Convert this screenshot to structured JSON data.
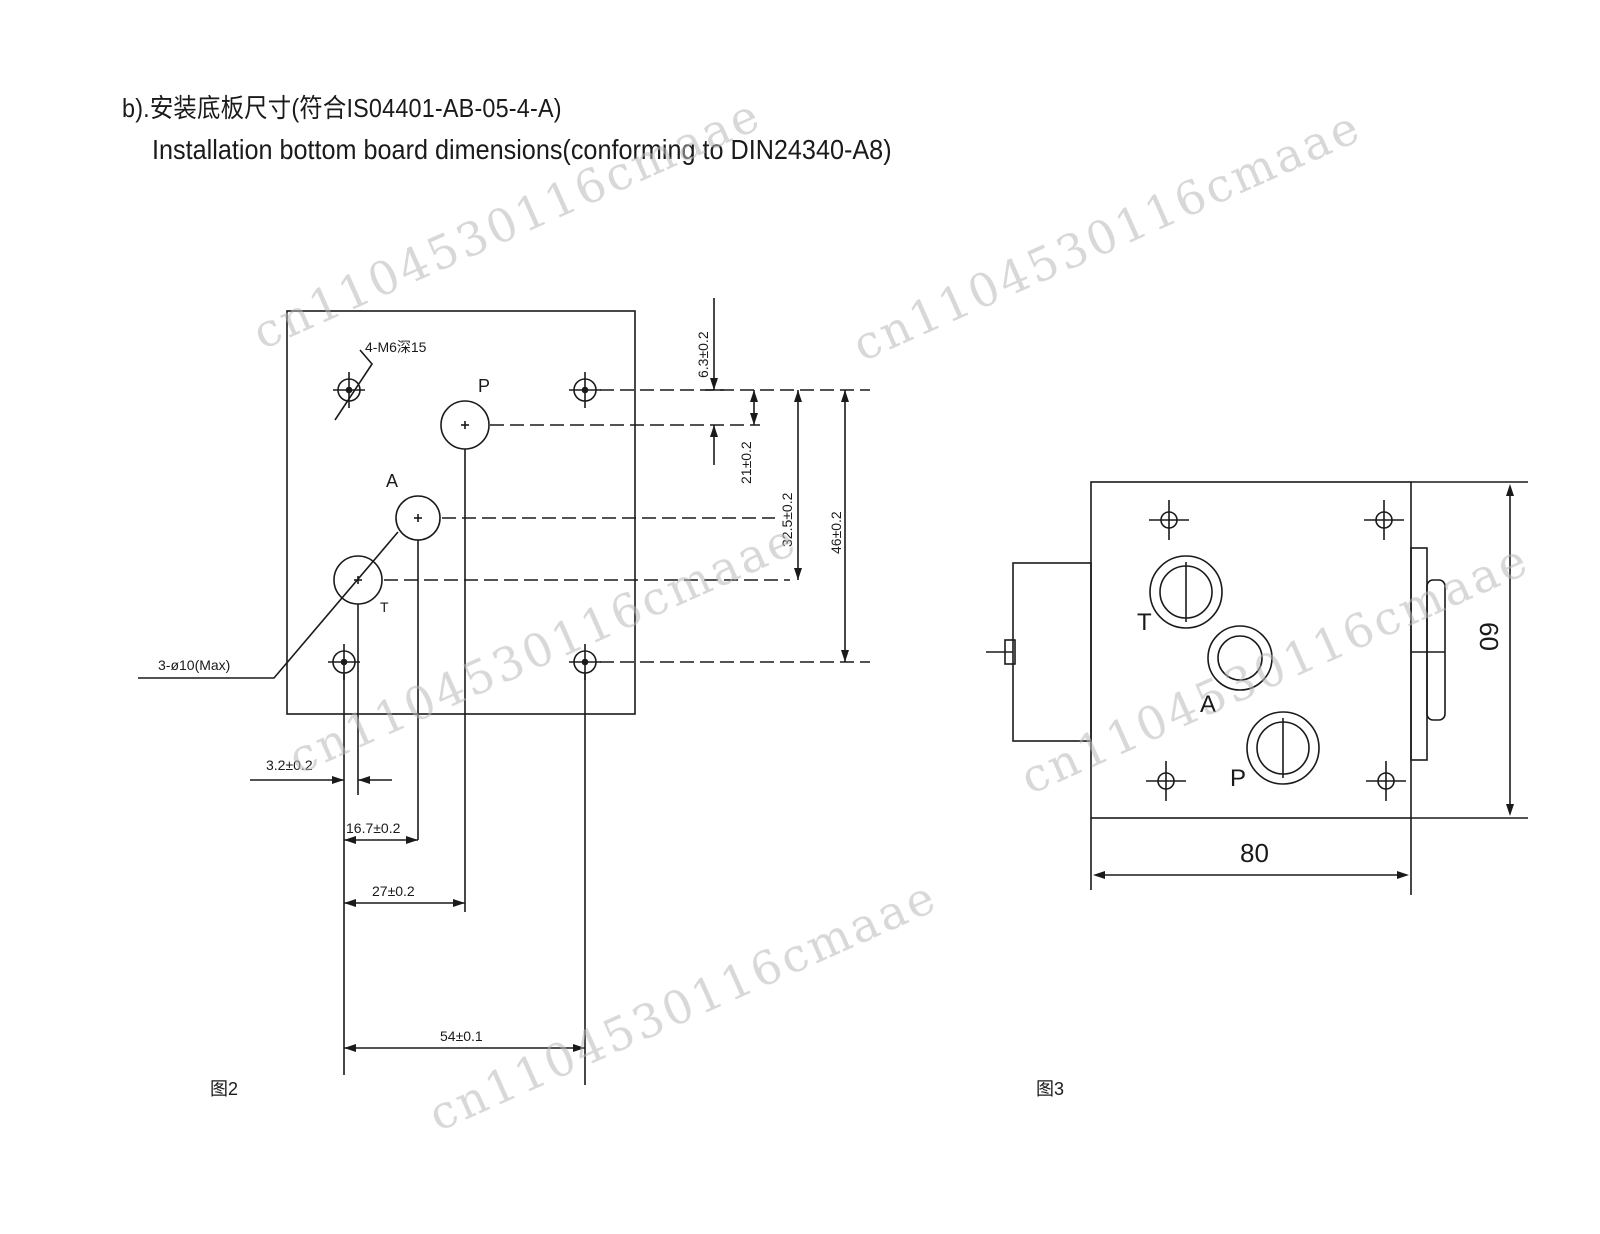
{
  "header": {
    "title": "b).安装底板尺寸(符合IS04401-AB-05-4-A)",
    "subtitle": "Installation bottom board dimensions(conforming to DIN24340-A8)"
  },
  "figure2": {
    "caption": "图2",
    "thread_note": "4-M6深15",
    "port_note": "3-ø10(Max)",
    "ports": {
      "P": "P",
      "A": "A",
      "T": "T"
    },
    "dimensions": {
      "top_offset": "6.3±0.2",
      "p_offset": "21±0.2",
      "a_offset": "32.5±0.2",
      "bolt_span": "46±0.2",
      "t_x": "3.2±0.2",
      "a_x": "16.7±0.2",
      "p_x": "27±0.2",
      "bolt_x": "54±0.1"
    }
  },
  "figure3": {
    "caption": "图3",
    "height": "60",
    "width": "80",
    "ports": {
      "T": "T",
      "A": "A",
      "P": "P"
    }
  },
  "watermark": "cn1104530116cmaae"
}
